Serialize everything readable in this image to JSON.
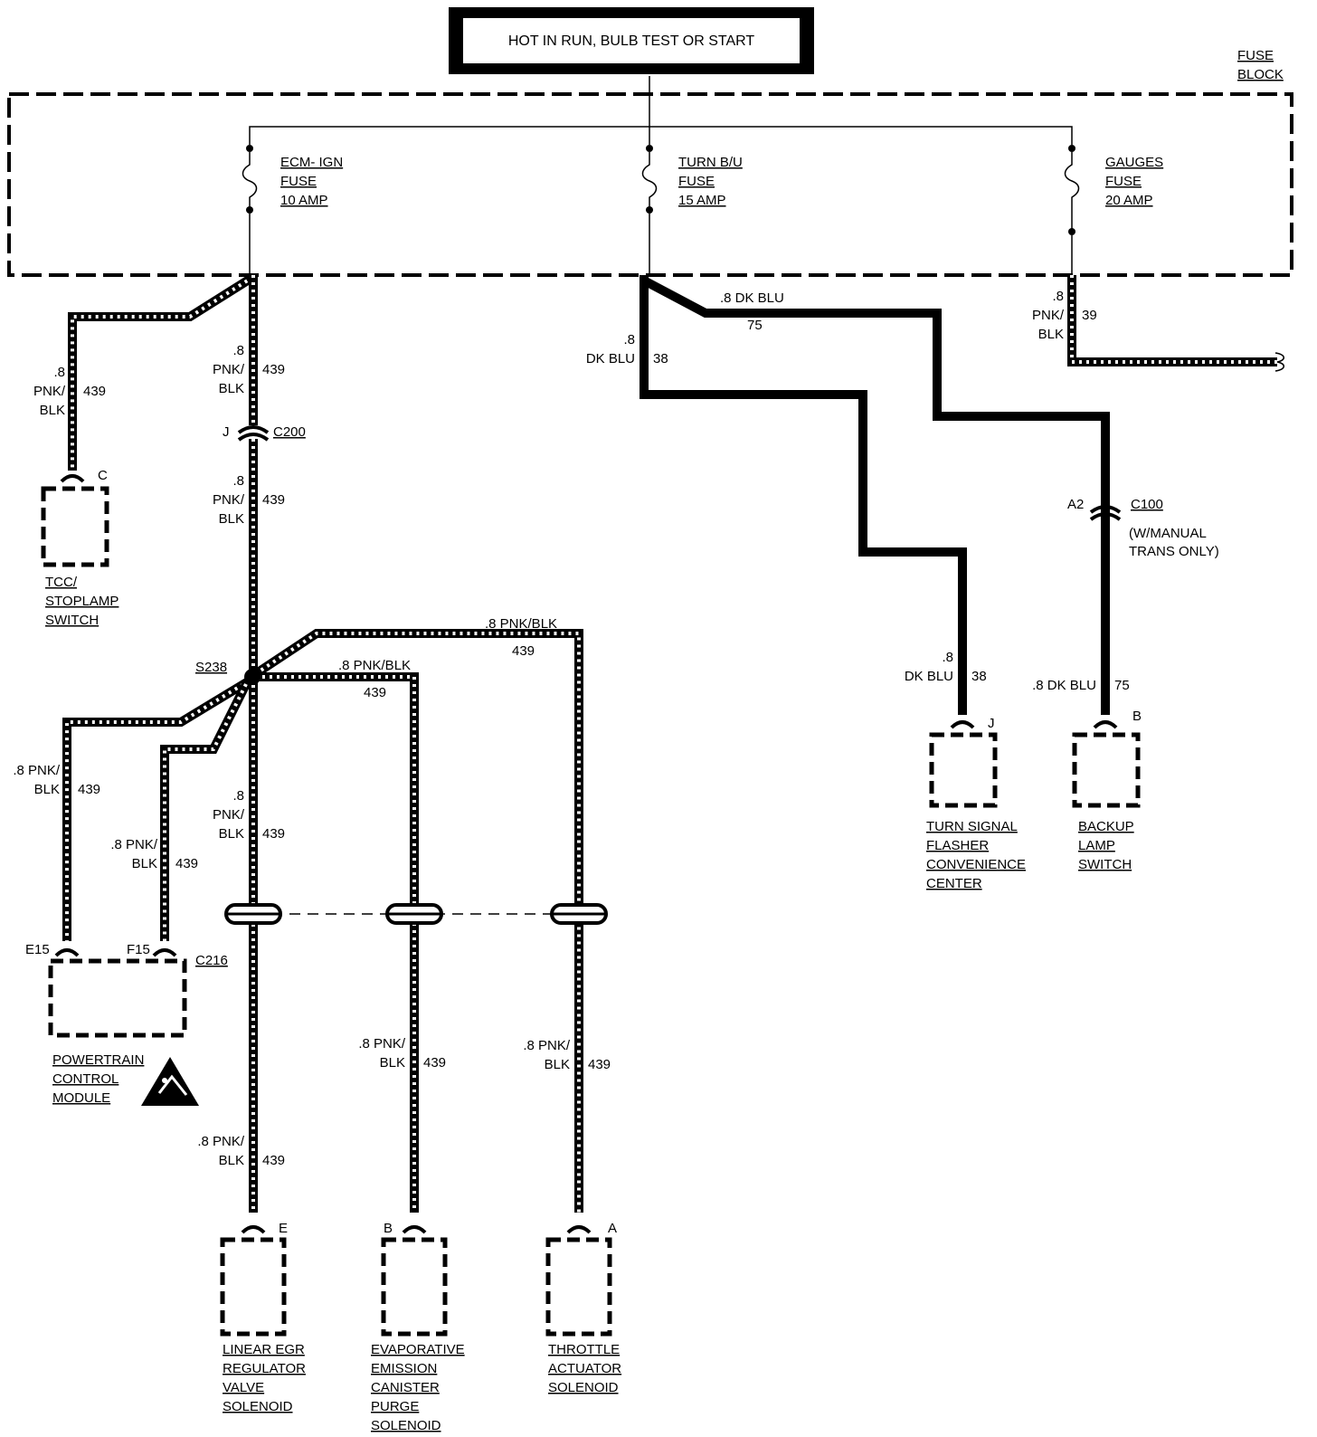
{
  "header": {
    "power_label": "HOT IN RUN, BULB TEST OR START",
    "fuse_block_label": [
      "FUSE",
      "BLOCK"
    ]
  },
  "fuses": [
    {
      "id": "ecm",
      "lines": [
        "ECM- IGN",
        "FUSE",
        "10 AMP"
      ]
    },
    {
      "id": "turn",
      "lines": [
        "TURN B/U",
        "FUSE",
        "15 AMP"
      ]
    },
    {
      "id": "gauges",
      "lines": [
        "GAUGES",
        "FUSE",
        "20 AMP"
      ]
    }
  ],
  "wires": {
    "tcc_feed": [
      ".8",
      "PNK/",
      "BLK",
      "439"
    ],
    "ecm_main_upper": [
      ".8",
      "PNK/",
      "BLK",
      "439"
    ],
    "ecm_main_mid": [
      ".8",
      "PNK/",
      "BLK",
      "439"
    ],
    "ecm_main_lower": [
      ".8",
      "PNK/",
      "BLK",
      "439"
    ],
    "egr_feed": [
      ".8 PNK/",
      "BLK",
      "439"
    ],
    "pcm_e15": [
      ".8 PNK/",
      "BLK",
      "439"
    ],
    "pcm_f15": [
      ".8 PNK/",
      "BLK",
      "439"
    ],
    "evap_top": [
      ".8 PNK/BLK",
      "439"
    ],
    "evap_bottom": [
      ".8 PNK/",
      "BLK",
      "439"
    ],
    "throttle_top": [
      ".8 PNK/BLK",
      "439"
    ],
    "throttle_bottom": [
      ".8 PNK/",
      "BLK",
      "439"
    ],
    "turn_38": [
      ".8",
      "DK BLU",
      "38"
    ],
    "turn_38_lower": [
      ".8",
      "DK BLU",
      "38"
    ],
    "turn_75": [
      ".8 DK BLU",
      "75"
    ],
    "backup_75": [
      ".8 DK BLU",
      "75"
    ],
    "gauges_39": [
      ".8",
      "PNK/",
      "BLK",
      "39"
    ]
  },
  "connectors": {
    "c200": {
      "pin": "J",
      "name": "C200"
    },
    "c216": {
      "name": "C216",
      "pin_e15": "E15",
      "pin_f15": "F15"
    },
    "c100": {
      "pin": "A2",
      "name": "C100",
      "note": [
        "(W/MANUAL",
        "TRANS ONLY)"
      ]
    },
    "splice": "S238"
  },
  "components": [
    {
      "id": "tcc",
      "pin": "C",
      "lines": [
        "TCC/",
        "STOPLAMP",
        "SWITCH"
      ]
    },
    {
      "id": "pcm",
      "lines": [
        "POWERTRAIN",
        "CONTROL",
        "MODULE"
      ]
    },
    {
      "id": "egr",
      "pin": "E",
      "lines": [
        "LINEAR EGR",
        "REGULATOR",
        "VALVE",
        "SOLENOID"
      ]
    },
    {
      "id": "evap",
      "pin": "B",
      "lines": [
        "EVAPORATIVE",
        "EMISSION",
        "CANISTER",
        "PURGE",
        "SOLENOID"
      ]
    },
    {
      "id": "throttle",
      "pin": "A",
      "lines": [
        "THROTTLE",
        "ACTUATOR",
        "SOLENOID"
      ]
    },
    {
      "id": "flasher",
      "pin": "J",
      "lines": [
        "TURN SIGNAL",
        "FLASHER",
        "CONVENIENCE",
        "CENTER"
      ]
    },
    {
      "id": "backup",
      "pin": "B",
      "lines": [
        "BACKUP",
        "LAMP",
        "SWITCH"
      ]
    }
  ],
  "icons": {
    "esd": "esd-warning-icon"
  }
}
